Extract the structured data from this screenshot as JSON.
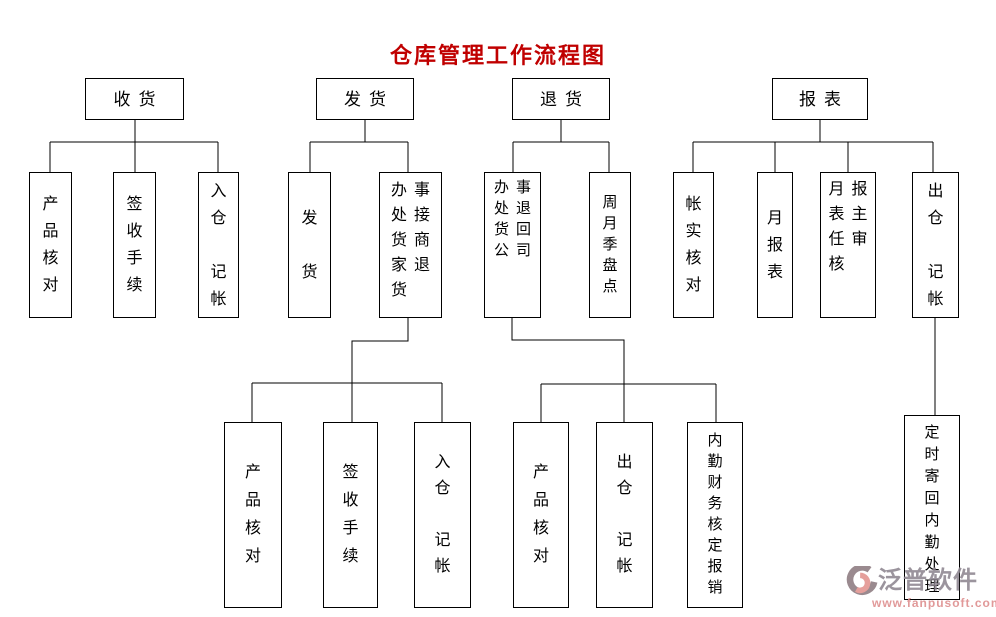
{
  "title": "仓库管理工作流程图",
  "colors": {
    "title": "#c00000",
    "line": "#000000",
    "watermark_brand": "#8e8690",
    "watermark_url": "#dd8c8c",
    "logo_dark": "#8d7b80",
    "logo_salmon": "#e2928e"
  },
  "tree": {
    "receiving": {
      "label": "收货",
      "children": [
        "产\n品\n核\n对",
        "签\n收\n手\n续",
        "入\n仓\n\n记\n帐"
      ]
    },
    "shipping": {
      "label": "发货",
      "children": [
        "发\n\n货",
        "办事\n处接\n货商\n家退\n货　"
      ],
      "grandchildren": [
        "产\n品\n核\n对",
        "签\n收\n手\n续",
        "入\n仓\n\n记\n帐"
      ]
    },
    "returns": {
      "label": "退货",
      "children": [
        "办事\n处退\n货回\n公司",
        "周\n月\n季\n盘\n点"
      ],
      "grandchildren": [
        "产\n品\n核\n对",
        "出\n仓\n\n记\n帐",
        "内\n勤\n财\n务\n核\n定\n报\n销"
      ]
    },
    "reports": {
      "label": "报表",
      "children": [
        "帐\n实\n核\n对",
        "月\n报\n表",
        "月报\n表主\n任审\n核　",
        "出\n仓\n\n记\n帐"
      ],
      "grandchildren": [
        "定\n时\n寄\n回\n内\n勤\n处\n理"
      ]
    }
  },
  "watermark": {
    "brand": "泛普软件",
    "url": "www.fanpusoft.com"
  }
}
